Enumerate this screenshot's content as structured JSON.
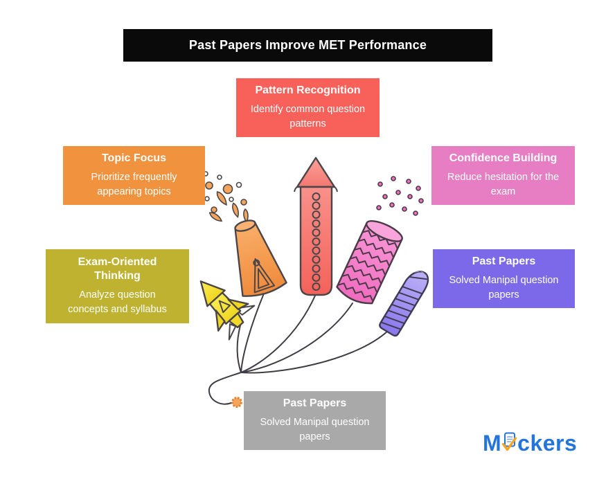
{
  "title_bar": {
    "text": "Past Papers Improve MET Performance",
    "bg": "#0a0a0a",
    "fg": "#ffffff"
  },
  "boxes": [
    {
      "key": "pattern-recognition",
      "title": "Pattern Recognition",
      "description": "Identify common question patterns",
      "bg": "#F8605A"
    },
    {
      "key": "topic-focus",
      "title": "Topic Focus",
      "description": "Prioritize frequently appearing topics",
      "bg": "#F0923E"
    },
    {
      "key": "confidence-building",
      "title": "Confidence Building",
      "description": "Reduce hesitation for the exam",
      "bg": "#E77EC4"
    },
    {
      "key": "exam-oriented-thinking",
      "title": "Exam-Oriented Thinking",
      "description": "Analyze question concepts and syllabus",
      "bg": "#C0B231"
    },
    {
      "key": "past-papers-right",
      "title": "Past Papers",
      "description": "Solved Manipal question papers",
      "bg": "#7C69E9"
    },
    {
      "key": "past-papers-bottom",
      "title": "Past Papers",
      "description": "Solved Manipal question papers",
      "bg": "#A9A9A9"
    }
  ],
  "logo": {
    "text_prefix": "M",
    "text_suffix": "ckers",
    "color": "#2475DB",
    "check_color": "#F5A623"
  },
  "illustration": {
    "name": "firecracker-rockets-with-fuses",
    "items": [
      "yellow-rocket",
      "orange-anar-cone",
      "red-rocket",
      "pink-zigzag-cracker",
      "purple-striped-cracker"
    ],
    "colors": {
      "outline": "#46424C",
      "yellow": "#F6DF2E",
      "orange": "#F1913F",
      "red": "#F4655D",
      "pink": "#F47BC8",
      "purple": "#9D8DF2",
      "spark": "#F5A55B"
    }
  }
}
